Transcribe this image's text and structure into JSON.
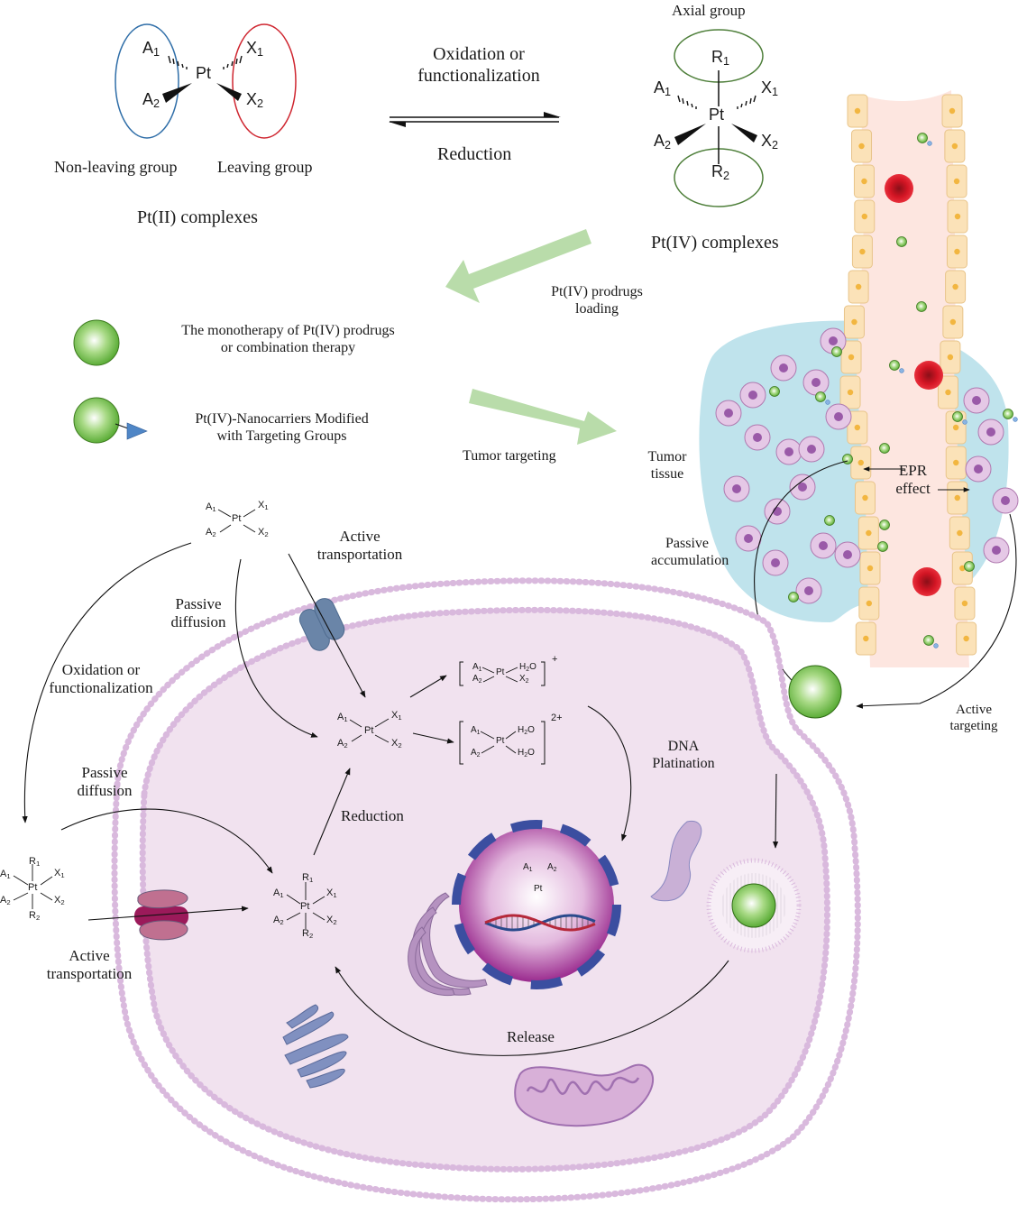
{
  "figure": {
    "title": "Pt(IV) prodrug activation, delivery and cellular mechanism",
    "colors": {
      "non_leaving_ellipse": "#2f6ea8",
      "leaving_ellipse": "#cf2630",
      "axial_ellipse": "#4e7f3a",
      "process_arrow": "#b9dcaa",
      "nanoparticle_green": "#5fb83a",
      "targeting_blue": "#4f86c6",
      "tumor_tissue": "#bfe3ec",
      "vessel_lumen": "#fde6e0",
      "endothelial_cell": "#fbe2b8",
      "red_blood_cell": "#d31524",
      "tumor_cell": "#e5c8e6",
      "tumor_cell_nucleus": "#9a5aa8",
      "cytoplasm": "#f1e2ef",
      "membrane_bead": "#d9b9dd",
      "nucleus_center": "#ffffff",
      "nucleus_edge": "#9a2a8e",
      "nuclear_pore_blue": "#3b4ea0",
      "transporter_blue": "#6a85a8",
      "transporter_pink": "#c07090",
      "transporter_core": "#9b1a5a",
      "golgi_purple": "#b592c0",
      "er_blue": "#8090c0",
      "mitochondria": "#c89ace",
      "dna_blue": "#2a4a8c",
      "dna_red": "#b5283a"
    }
  },
  "top": {
    "pt2": {
      "A1": "A",
      "A1_sub": "1",
      "A2": "A",
      "A2_sub": "2",
      "X1": "X",
      "X1_sub": "1",
      "X2": "X",
      "X2_sub": "2",
      "center": "Pt",
      "non_leaving_label": "Non-leaving group",
      "leaving_label": "Leaving group",
      "caption": "Pt(II) complexes"
    },
    "equilibrium": {
      "forward_line1": "Oxidation or",
      "forward_line2": "functionalization",
      "reverse": "Reduction"
    },
    "pt4": {
      "axial_label": "Axial group",
      "R1": "R",
      "R1_sub": "1",
      "R2": "R",
      "R2_sub": "2",
      "A1": "A",
      "A1_sub": "1",
      "A2": "A",
      "A2_sub": "2",
      "X1": "X",
      "X1_sub": "1",
      "X2": "X",
      "X2_sub": "2",
      "center": "Pt",
      "caption": "Pt(IV) complexes"
    }
  },
  "delivery": {
    "loading_line1": "Pt(IV) prodrugs",
    "loading_line2": "loading",
    "legend": [
      {
        "icon": "nanoparticle-icon",
        "line1": "The monotherapy of Pt(IV) prodrugs",
        "line2": "or combination therapy"
      },
      {
        "icon": "targeted-nanoparticle-icon",
        "line1": "Pt(IV)-Nanocarriers Modified",
        "line2": "with  Targeting Groups"
      }
    ],
    "tumor_targeting": "Tumor targeting",
    "tumor_tissue_line1": "Tumor",
    "tumor_tissue_line2": "tissue",
    "epr_line1": "EPR",
    "epr_line2": "effect",
    "passive_accumulation_line1": "Passive",
    "passive_accumulation_line2": "accumulation",
    "active_targeting_line1": "Active",
    "active_targeting_line2": "targeting"
  },
  "cell": {
    "outside_pt2": {
      "A1": "A",
      "A1_sub": "1",
      "A2": "A",
      "A2_sub": "2",
      "X1": "X",
      "X1_sub": "1",
      "X2": "X",
      "X2_sub": "2",
      "center": "Pt"
    },
    "active_transport_top_line1": "Active",
    "active_transport_top_line2": "transportation",
    "passive_diffusion_top_line1": "Passive",
    "passive_diffusion_top_line2": "diffusion",
    "oxidation_line1": "Oxidation or",
    "oxidation_line2": "functionalization",
    "passive_diffusion_bottom_line1": "Passive",
    "passive_diffusion_bottom_line2": "diffusion",
    "active_transport_bottom_line1": "Active",
    "active_transport_bottom_line2": "transportation",
    "outside_pt4": {
      "R1": "R",
      "R1_sub": "1",
      "R2": "R",
      "R2_sub": "2",
      "A1": "A",
      "A1_sub": "1",
      "A2": "A",
      "A2_sub": "2",
      "X1": "X",
      "X1_sub": "1",
      "X2": "X",
      "X2_sub": "2",
      "center": "Pt"
    },
    "inside_pt2": {
      "A1": "A",
      "A1_sub": "1",
      "A2": "A",
      "A2_sub": "2",
      "X1": "X",
      "X1_sub": "1",
      "X2": "X",
      "X2_sub": "2",
      "center": "Pt"
    },
    "inside_pt4": {
      "R1": "R",
      "R1_sub": "1",
      "R2": "R",
      "R2_sub": "2",
      "A1": "A",
      "A1_sub": "1",
      "A2": "A",
      "A2_sub": "2",
      "X1": "X",
      "X1_sub": "1",
      "X2": "X",
      "X2_sub": "2",
      "center": "Pt"
    },
    "aqua1": {
      "A1": "A",
      "A1_sub": "1",
      "A2": "A",
      "A2_sub": "2",
      "L1": "H",
      "L1_sub": "2",
      "L1_tail": "O",
      "X2": "X",
      "X2_sub": "2",
      "center": "Pt",
      "charge": "+"
    },
    "aqua2": {
      "A1": "A",
      "A1_sub": "1",
      "A2": "A",
      "A2_sub": "2",
      "L1": "H",
      "L1_sub": "2",
      "L1_tail": "O",
      "L2": "H",
      "L2_sub": "2",
      "L2_tail": "O",
      "center": "Pt",
      "charge": "2+"
    },
    "reduction": "Reduction",
    "dna_platination_line1": "DNA",
    "dna_platination_line2": "Platination",
    "dna_adduct": {
      "A1": "A",
      "A1_sub": "1",
      "A2": "A",
      "A2_sub": "2",
      "center": "Pt"
    },
    "release": "Release"
  }
}
